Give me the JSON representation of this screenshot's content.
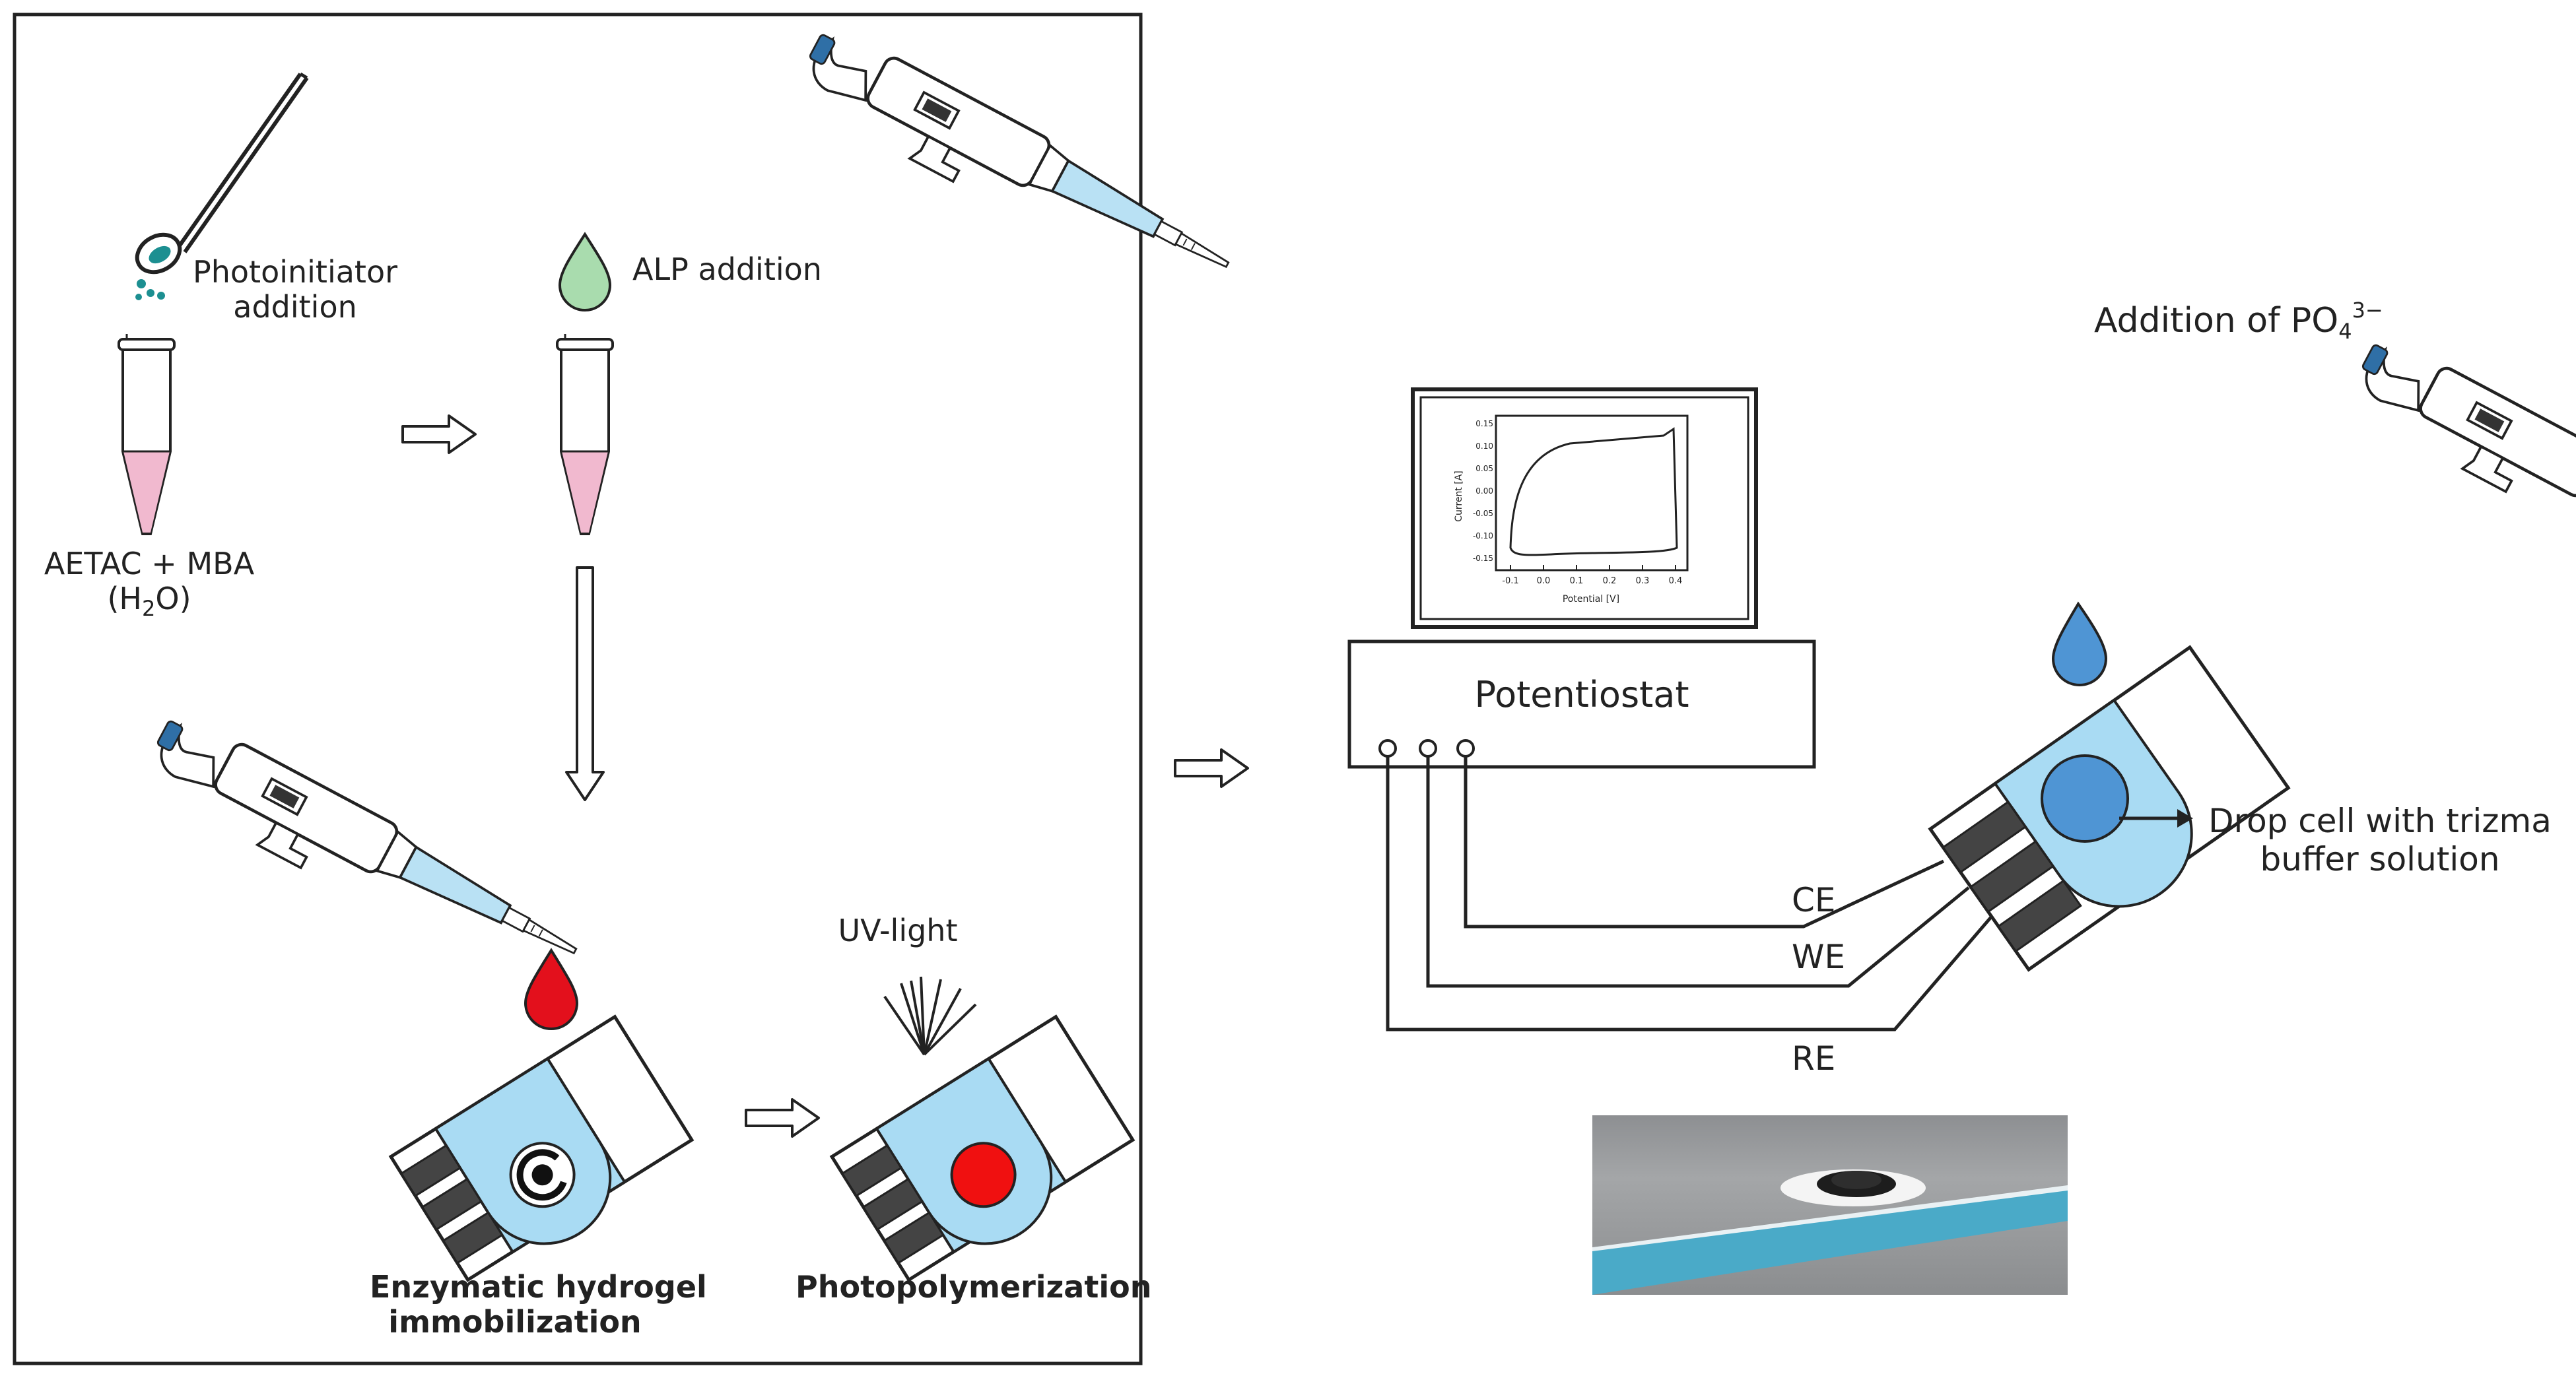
{
  "left_panel": {
    "photoinitiator_label": [
      "Photoinitiator",
      "addition"
    ],
    "alp_label": "ALP addition",
    "solution_label": "AETAC + MBA",
    "solvent_label": {
      "open": "(H",
      "sub": "2",
      "close": "O)"
    },
    "immobilization_label": [
      "Enzymatic hydrogel",
      "immobilization"
    ],
    "uv_label": "UV-light",
    "photopolymerization_label": "Photopolymerization"
  },
  "right_panel": {
    "potentiostat_label": "Potentiostat",
    "addition_label": {
      "text": "Addition of PO",
      "sub": "4",
      "sup": "3−"
    },
    "drop_cell_label": [
      "Drop cell with trizma",
      "buffer solution"
    ],
    "electrodes": [
      "CE",
      "WE",
      "RE"
    ],
    "screen_plot": {
      "xlabel": "Potential [V]",
      "ylabel": "Current [A]",
      "x_ticks": [
        "-0.1",
        "0.0",
        "0.1",
        "0.2",
        "0.3",
        "0.4"
      ],
      "y_ticks": [
        "0.15",
        "0.10",
        "0.05",
        "0.00",
        "-0.05",
        "-0.10",
        "-0.15"
      ]
    }
  },
  "colors": {
    "tube_liquid": "#f1b9cf",
    "alp_drop": "#a9dcae",
    "enzyme_drop": "#e3101c",
    "phosphate_drop": "#4f95d4",
    "electrode_area": "#a9dbf3",
    "hydrogel": "#f01010",
    "pipette_cap": "#2f6fa6",
    "photo_strip": "#4aaac8"
  },
  "icons": [
    "spatula-icon",
    "pipette-icon",
    "eppendorf-tube-icon",
    "electrode-strip-icon",
    "uv-lamp-icon",
    "monitor-icon",
    "arrow-right-icon"
  ]
}
